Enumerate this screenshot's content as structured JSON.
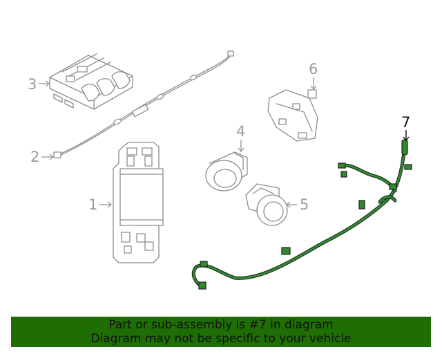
{
  "callouts": [
    {
      "id": "1",
      "label": "1"
    },
    {
      "id": "2",
      "label": "2"
    },
    {
      "id": "3",
      "label": "3"
    },
    {
      "id": "4",
      "label": "4"
    },
    {
      "id": "5",
      "label": "5"
    },
    {
      "id": "6",
      "label": "6"
    },
    {
      "id": "7",
      "label": "7"
    }
  ],
  "highlighted_callout": "7",
  "colors": {
    "highlight_harness": "#2f8a2f",
    "banner_background": "#1f6e05",
    "part_outline": "#8c8c8c"
  },
  "banner": {
    "line1": "Part or sub-assembly is #7 in diagram",
    "line2": "Diagram may not be specific to your vehicle"
  }
}
